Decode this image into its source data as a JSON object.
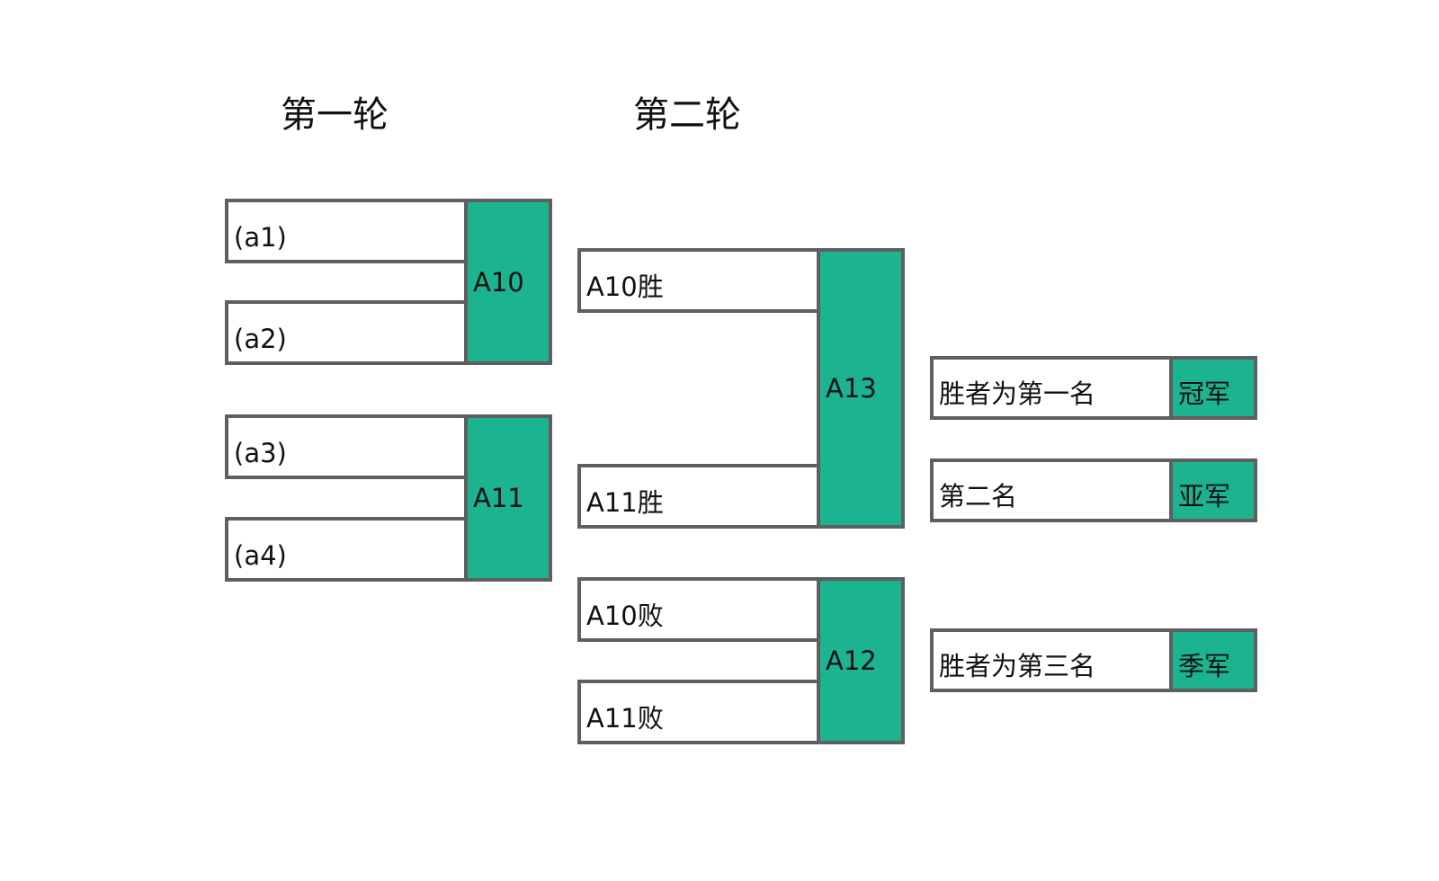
{
  "round_headings": [
    "第一轮",
    "第二轮"
  ],
  "round1": {
    "entrants": [
      "(a1)",
      "(a2)",
      "(a3)",
      "(a4)"
    ],
    "matches": [
      "A10",
      "A11"
    ]
  },
  "round2": {
    "entrants": [
      "A10胜",
      "A11胜",
      "A10败",
      "A11败"
    ],
    "matches": [
      "A13",
      "A12"
    ]
  },
  "results": [
    {
      "description": "胜者为第一名",
      "title": "冠军"
    },
    {
      "description": "第二名",
      "title": "亚军"
    },
    {
      "description": "胜者为第三名",
      "title": "季军"
    }
  ],
  "colors": {
    "match_fill": "#1cb391",
    "border": "#5f5f5f"
  }
}
